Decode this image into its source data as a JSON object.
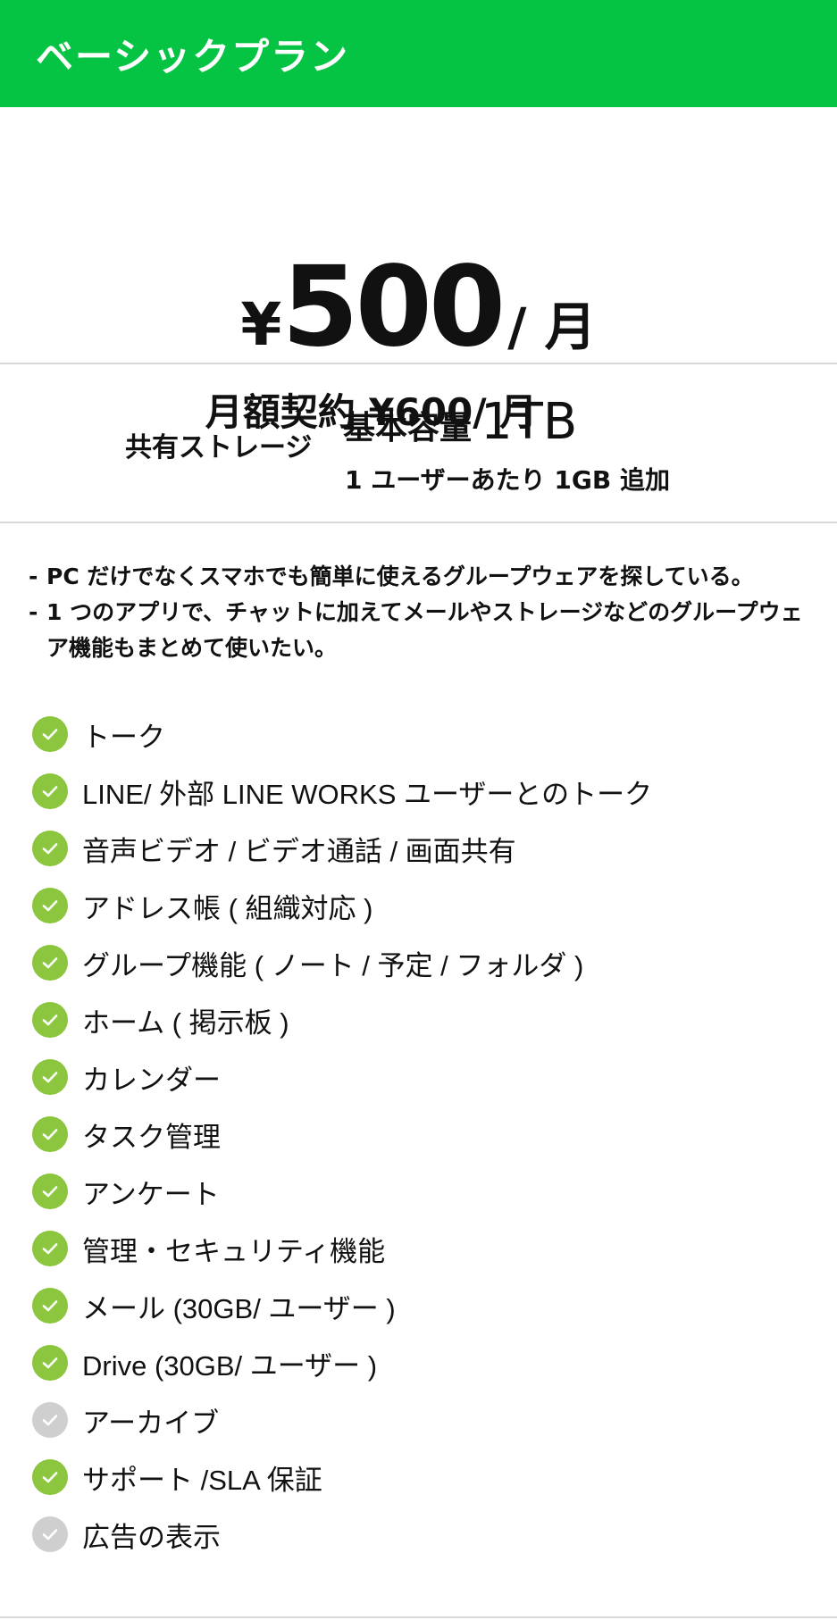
{
  "header": {
    "title": "ベーシックプラン"
  },
  "price": {
    "currency": "¥",
    "amount": "500",
    "unit": "/ 月",
    "monthly_contract": "月額契約 ¥600/ 月"
  },
  "storage": {
    "label": "共有ストレージ",
    "base_label": "基本容量",
    "base_value": "1TB",
    "per_user": "1 ユーザーあたり 1GB 追加"
  },
  "description": [
    "PC だけでなくスマホでも簡単に使えるグループウェアを探している。",
    "1 つのアプリで、チャットに加えてメールやストレージなどのグループウェア機能もまとめて使いたい。"
  ],
  "colors": {
    "header_bg": "#06c443",
    "check_on": "#8cc63f",
    "check_off": "#cfcfcf"
  },
  "features": [
    {
      "label": "トーク",
      "included": true,
      "icon": "check-circle-icon"
    },
    {
      "label": "LINE/ 外部 LINE WORKS ユーザーとのトーク",
      "included": true,
      "icon": "check-circle-icon"
    },
    {
      "label": "音声ビデオ / ビデオ通話 / 画面共有",
      "included": true,
      "icon": "check-circle-icon"
    },
    {
      "label": "アドレス帳 ( 組織対応 )",
      "included": true,
      "icon": "check-circle-icon"
    },
    {
      "label": "グループ機能 ( ノート / 予定 / フォルダ )",
      "included": true,
      "icon": "check-circle-icon"
    },
    {
      "label": "ホーム ( 掲示板 )",
      "included": true,
      "icon": "check-circle-icon"
    },
    {
      "label": "カレンダー",
      "included": true,
      "icon": "check-circle-icon"
    },
    {
      "label": "タスク管理",
      "included": true,
      "icon": "check-circle-icon"
    },
    {
      "label": "アンケート",
      "included": true,
      "icon": "check-circle-icon"
    },
    {
      "label": "管理・セキュリティ機能",
      "included": true,
      "icon": "check-circle-icon"
    },
    {
      "label": "メール (30GB/ ユーザー )",
      "included": true,
      "icon": "check-circle-icon"
    },
    {
      "label": "Drive (30GB/ ユーザー )",
      "included": true,
      "icon": "check-circle-icon"
    },
    {
      "label": "アーカイブ",
      "included": false,
      "icon": "check-circle-icon"
    },
    {
      "label": "サポート /SLA 保証",
      "included": true,
      "icon": "check-circle-icon"
    },
    {
      "label": "広告の表示",
      "included": false,
      "icon": "check-circle-icon"
    }
  ]
}
